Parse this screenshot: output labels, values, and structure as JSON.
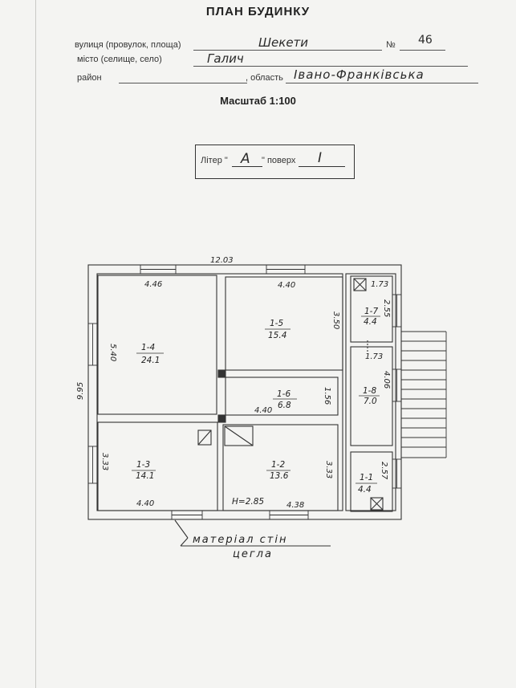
{
  "header": {
    "title": "ПЛАН БУДИНКУ",
    "street_label": "вулиця (провулок, площа)",
    "street_value": "Шекети",
    "number_label": "№",
    "number_value": "46",
    "town_label": "місто (селище, село)",
    "town_value": "Галич",
    "district_label": "район",
    "region_label": ", область",
    "region_value": "Івано-Франківська"
  },
  "scale": "Масштаб 1:100",
  "liter_box": {
    "liter_label": "Літер \"",
    "liter_value": "А",
    "floor_label": "\" поверх",
    "floor_value": "I"
  },
  "plan": {
    "overall_width": "12.03",
    "overall_depth": "9.95",
    "height_note": "H=2.85",
    "rooms": [
      {
        "id": "1-4",
        "area": "24.1",
        "w": "4.46",
        "d": "5.40"
      },
      {
        "id": "1-5",
        "area": "15.4",
        "w": "4.40",
        "d": "3.50"
      },
      {
        "id": "1-6",
        "area": "6.8",
        "w": "4.40",
        "d": "1.56"
      },
      {
        "id": "1-3",
        "area": "14.1",
        "w": "4.40",
        "d": "3.33"
      },
      {
        "id": "1-2",
        "area": "13.6",
        "w": "4.38",
        "d": "3.33"
      },
      {
        "id": "1-7",
        "area": "4.4",
        "w": "1.73",
        "d": "2.55"
      },
      {
        "id": "1-8",
        "area": "7.0",
        "w": "1.73",
        "d": "4.06"
      },
      {
        "id": "1-1",
        "area": "4.4",
        "w": "",
        "d": "2.57"
      }
    ]
  },
  "material_note": {
    "line1": "матеріал стін",
    "line2": "цегла"
  }
}
